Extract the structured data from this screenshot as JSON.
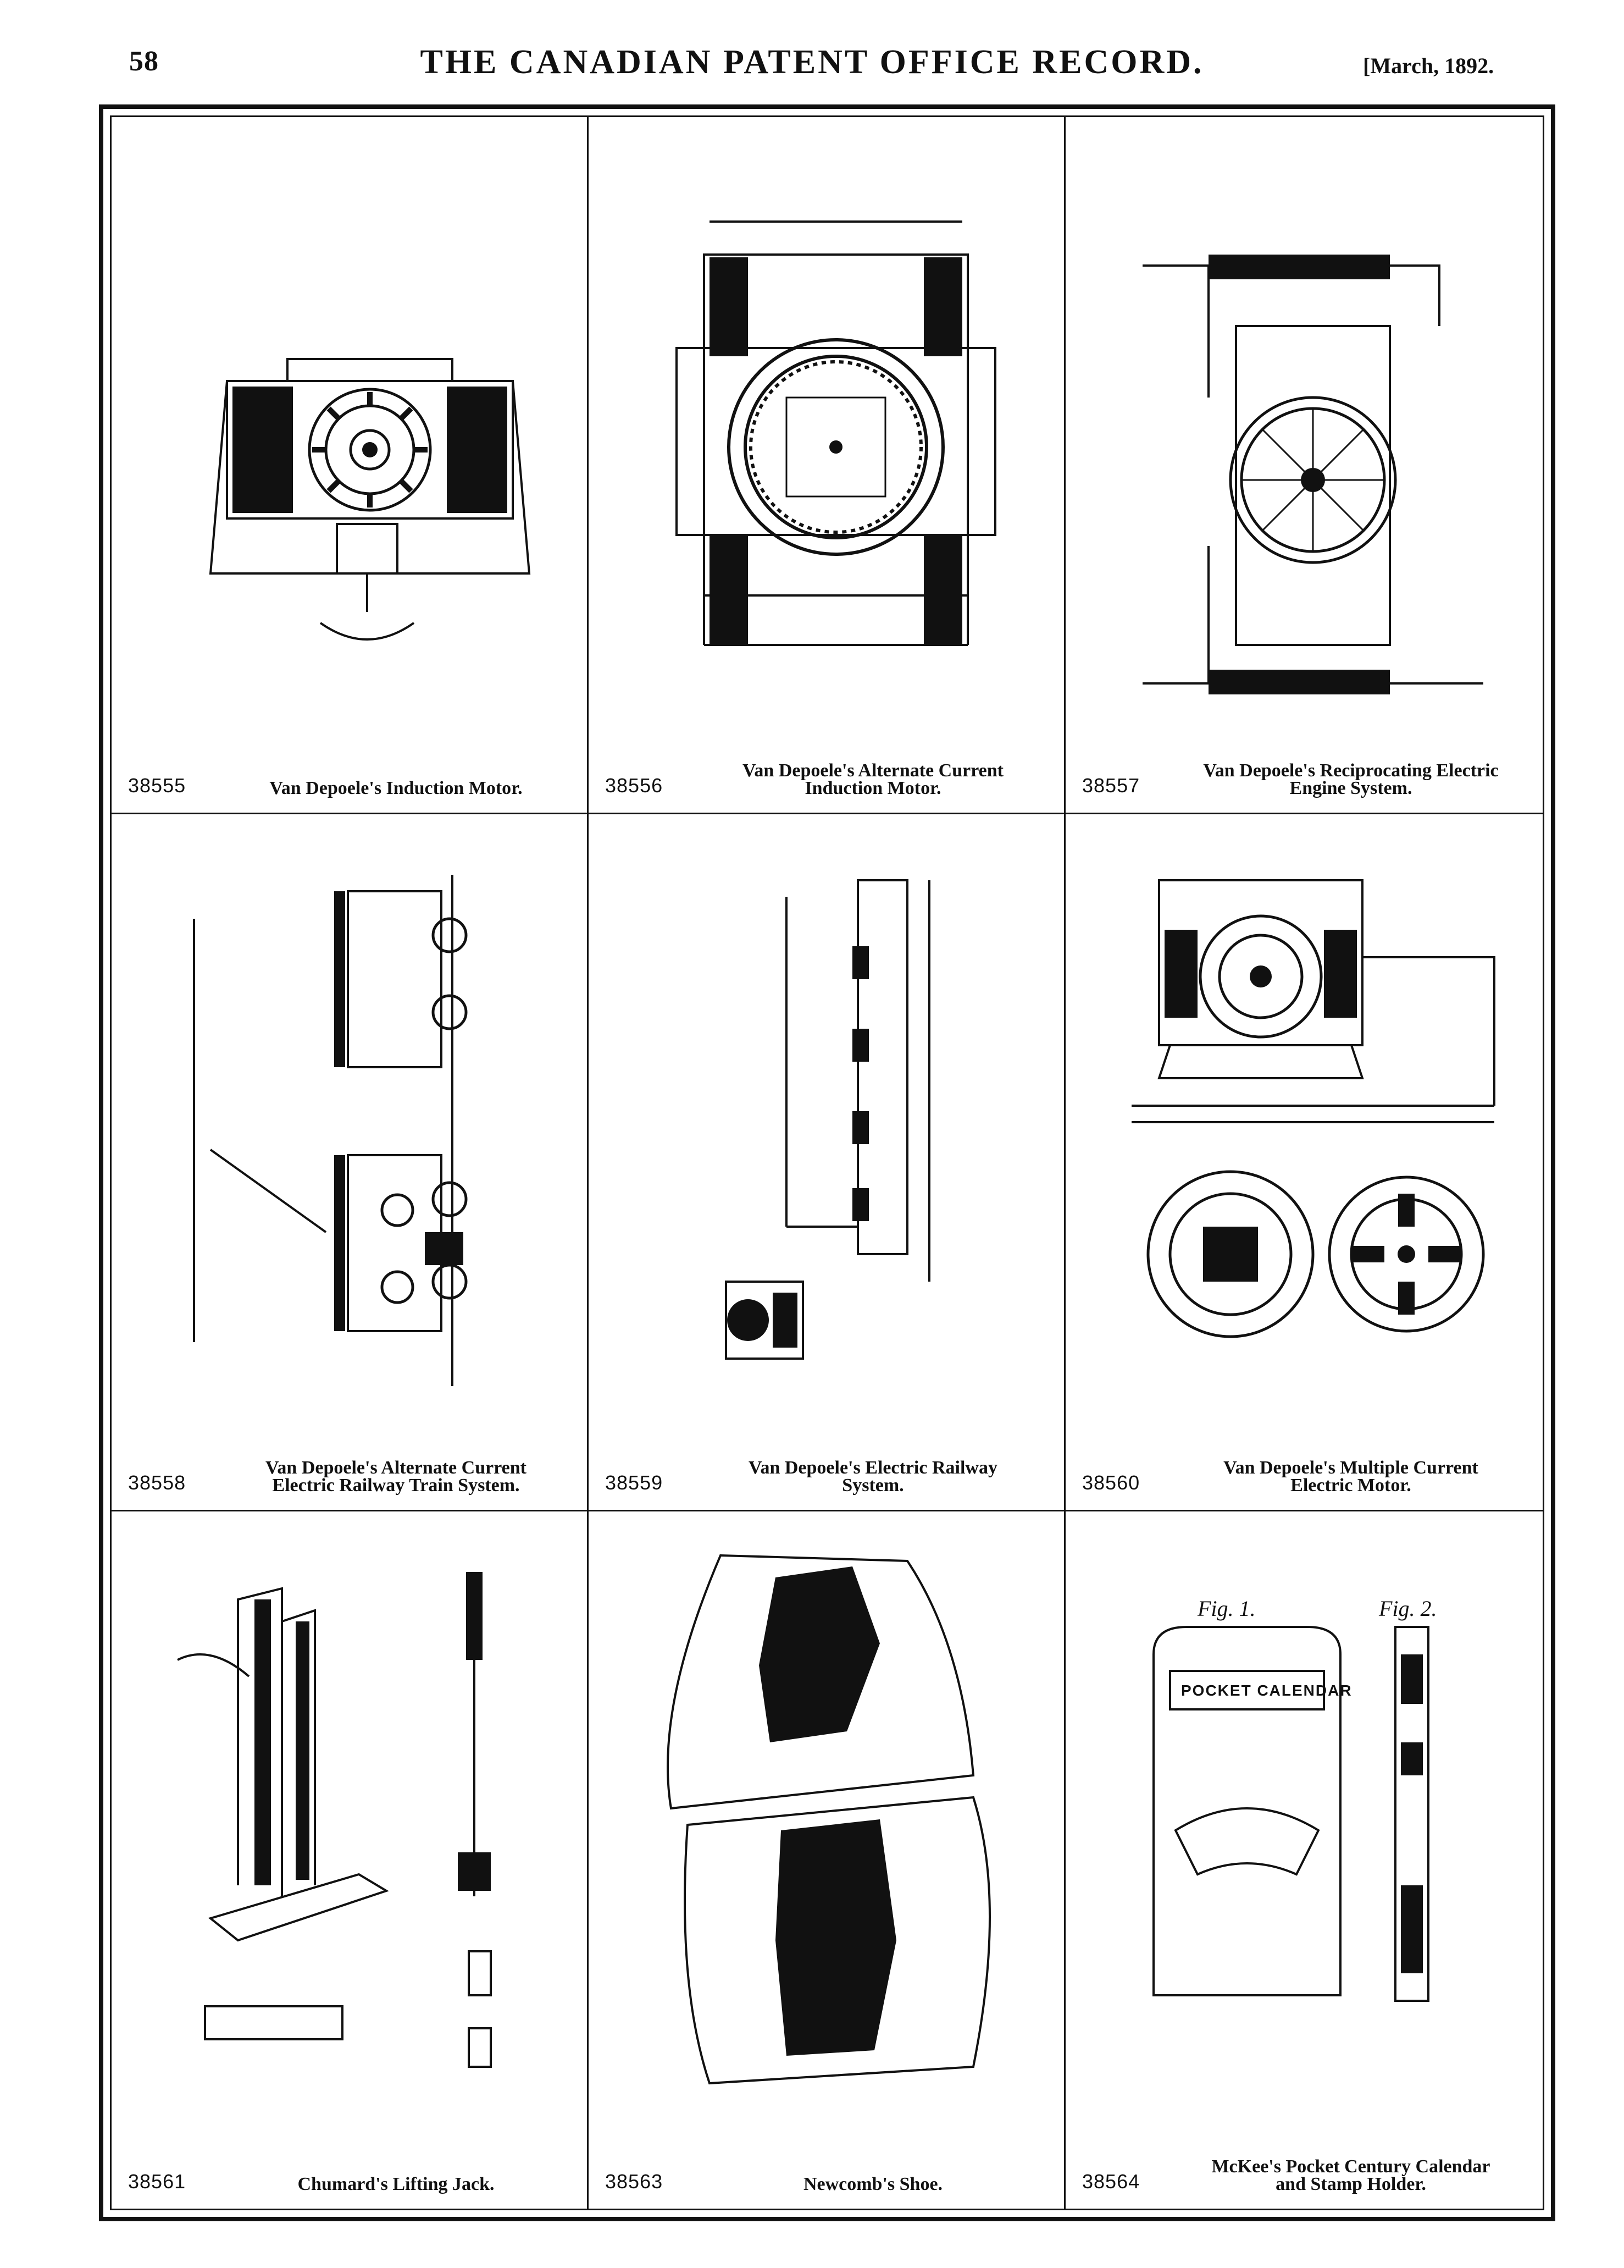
{
  "header": {
    "page_number": "58",
    "title": "THE CANADIAN PATENT OFFICE RECORD.",
    "date": "[March, 1892."
  },
  "plates": [
    {
      "number": "38555",
      "title": "Van Depoele's Induction Motor."
    },
    {
      "number": "38556",
      "title": "Van Depoele's Alternate Current\nInduction Motor."
    },
    {
      "number": "38557",
      "title": "Van Depoele's Reciprocating Electric\nEngine System."
    },
    {
      "number": "38558",
      "title": "Van Depoele's Alternate Current\nElectric Railway Train System."
    },
    {
      "number": "38559",
      "title": "Van Depoele's Electric Railway\nSystem."
    },
    {
      "number": "38560",
      "title": "Van Depoele's Multiple Current\nElectric Motor."
    },
    {
      "number": "38561",
      "title": "Chumard's Lifting Jack."
    },
    {
      "number": "38563",
      "title": "Newcomb's Shoe."
    },
    {
      "number": "38564",
      "title": "McKee's Pocket Century Calendar\nand Stamp Holder."
    }
  ],
  "drawing_labels": {
    "mckee_fig1": "Fig. 1.",
    "mckee_fig2": "Fig. 2.",
    "pocket_calendar": "POCKET CALENDAR"
  },
  "colors": {
    "ink": "#111111",
    "paper": "#ffffff"
  }
}
